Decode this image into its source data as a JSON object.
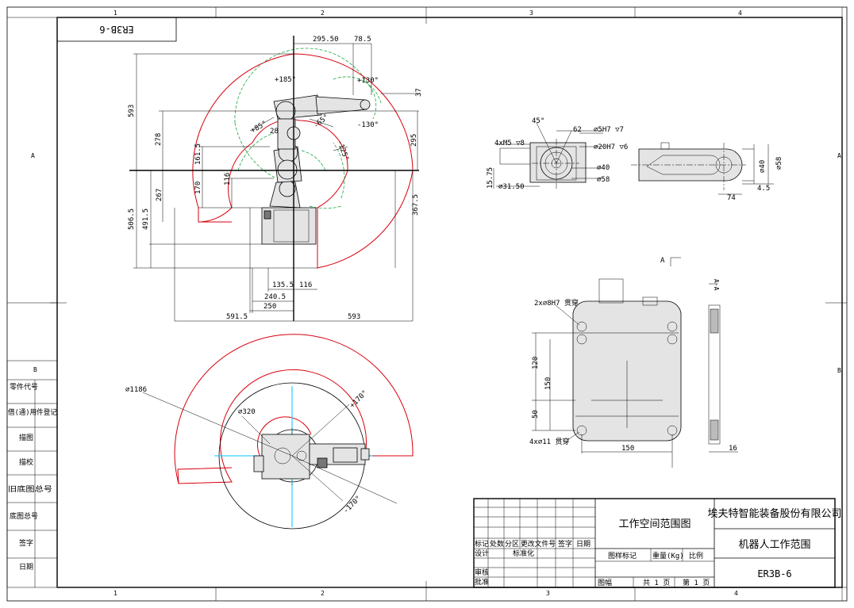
{
  "frame": {
    "zone_cols": [
      "1",
      "2",
      "3",
      "4"
    ],
    "zone_rows": [
      "A",
      "B"
    ]
  },
  "drawing_code_box": "ER3B-6",
  "left_column": [
    "零件代号",
    "借(通)用件登记",
    "描图",
    "描校",
    "旧底图总号",
    "底图总号",
    "签字",
    "日期"
  ],
  "left_column_header": "B",
  "dims_side_view": {
    "d_295_50": "295.50",
    "d_78_5": "78.5",
    "d_37": "37",
    "d_593_v": "593",
    "d_278": "278",
    "d_161_5": "161.5",
    "d_170": "170",
    "d_116_v": "116",
    "d_267": "267",
    "d_506_5": "506.5",
    "d_491_5": "491.5",
    "d_295_r": "295",
    "d_367_5": "367.5",
    "d_135_5": "135.5",
    "d_116_h": "116",
    "d_240_5": "240.5",
    "d_250": "250",
    "d_591_5": "591.5",
    "d_593_h": "593",
    "d_28": "28"
  },
  "angles_side_view": {
    "a_p185": "+185°",
    "a_p130": "+130°",
    "a_m130": "-130°",
    "a_p85": "+85°",
    "a_m65": "-65°",
    "a_m125": "-125°"
  },
  "dims_top_view": {
    "d_1186": "⌀1186",
    "d_320": "⌀320",
    "a_p170": "+170°",
    "a_m170": "-170°"
  },
  "dims_flange": {
    "d_45": "45°",
    "d_62": "62",
    "d_5h7": "⌀5H7 ▽7",
    "d_4xm5": "4xM5 ▽8",
    "d_20h7": "⌀20H7 ▽6",
    "d_40": "⌀40",
    "d_58": "⌀58",
    "d_15_75": "15.75",
    "d_31_50": "⌀31.50"
  },
  "dims_arm_end": {
    "d_40": "⌀40",
    "d_58": "⌀58",
    "d_74": "74",
    "d_4_5": "4.5"
  },
  "dims_base": {
    "view_mark_1": "A",
    "view_mark_2": "A-A",
    "d_2x8h7": "2x⌀8H7 贯穿",
    "d_120": "120",
    "d_150_v": "150",
    "d_50": "50",
    "d_4x11": "4x⌀11 贯穿",
    "d_150_h": "150",
    "d_16": "16"
  },
  "title_block": {
    "drawing_name": "工作空间范围图",
    "company": "埃夫特智能装备股份有限公司",
    "title": "机器人工作范围",
    "code": "ER3B-6",
    "row_labels": [
      "标记",
      "处数",
      "分区",
      "更改文件号",
      "签字",
      "日期"
    ],
    "designer_label": "设计",
    "standard_label": "标准化",
    "checker_label": "审核",
    "approver_label": "批准",
    "stage_label": "图样标记",
    "weight_label": "重量(Kg)",
    "scale_label": "比例",
    "sheet_size_label": "图幅",
    "total_sheets": "共 1 页",
    "sheet_no": "第 1 页"
  },
  "colors": {
    "range_red": "#d8000c",
    "range_green": "#009e2a",
    "axis_cyan": "#00c6ff"
  }
}
